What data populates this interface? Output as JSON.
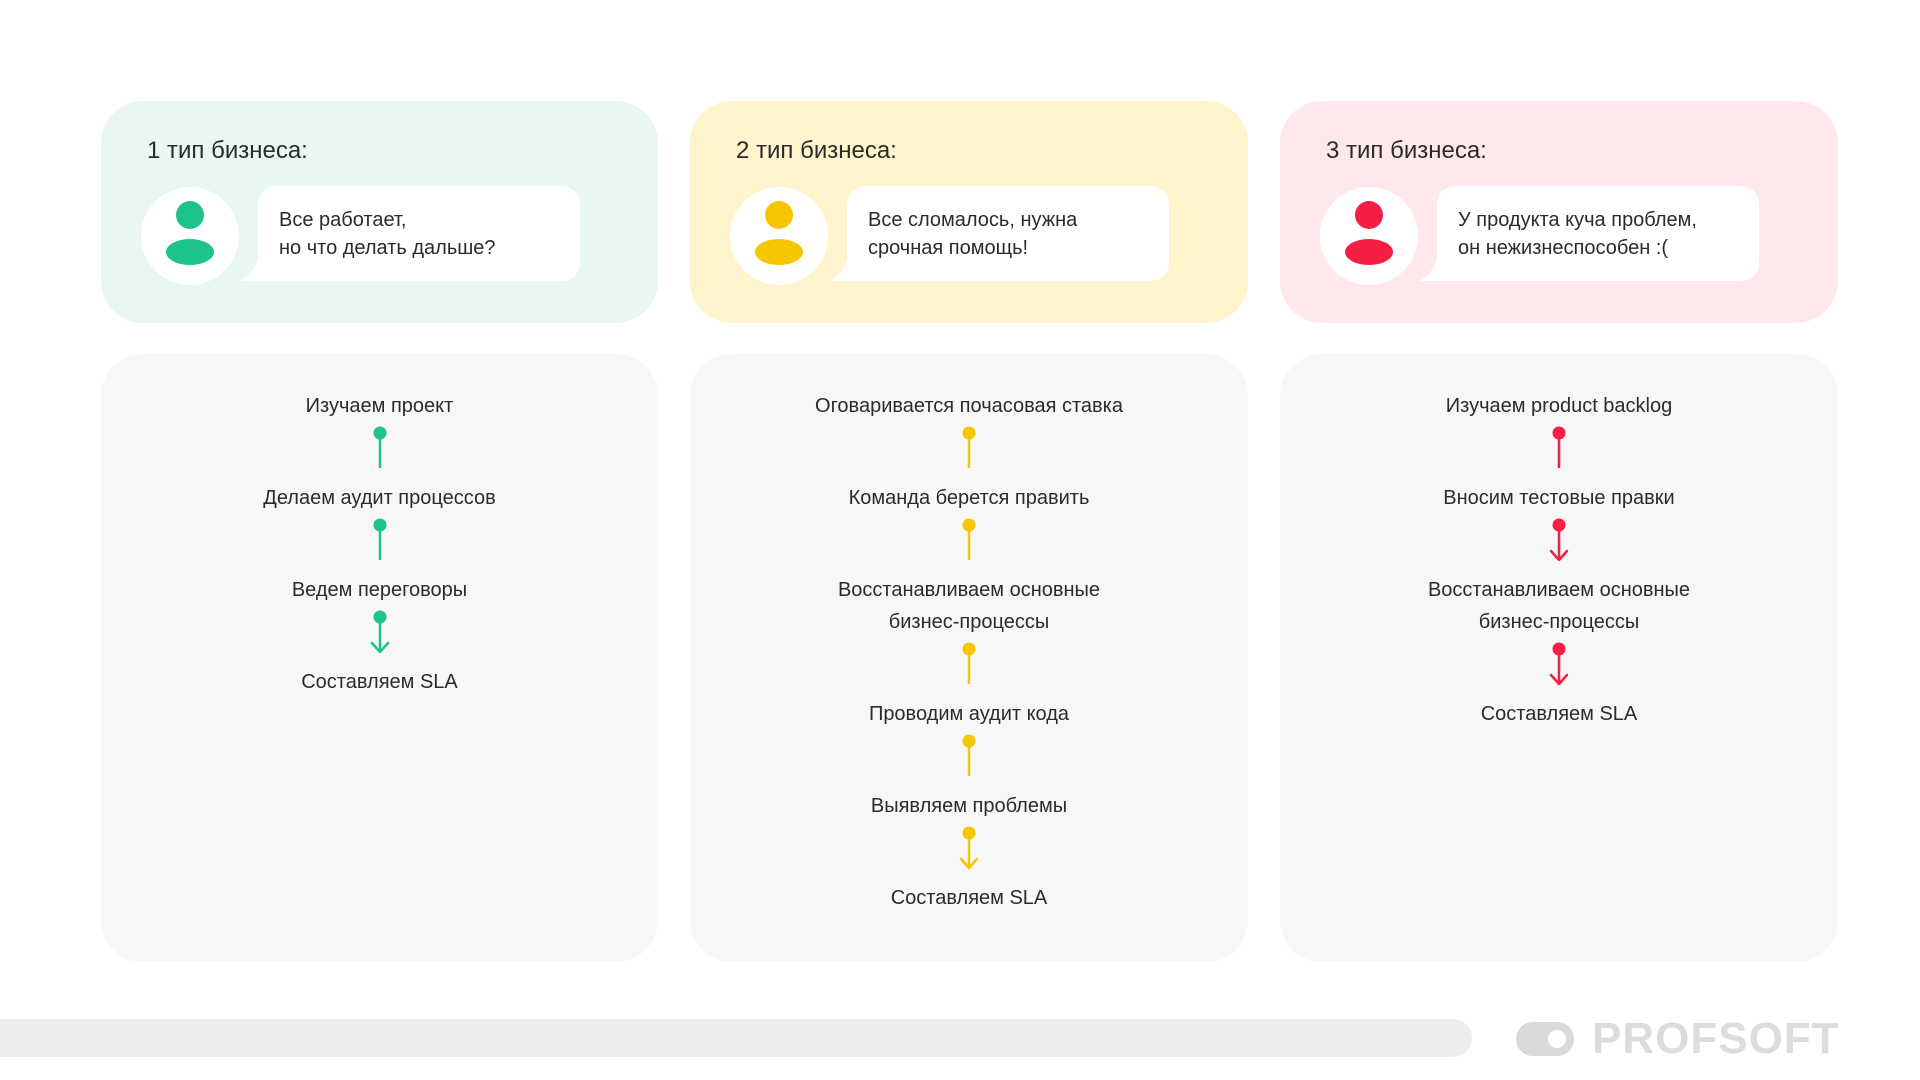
{
  "columns": [
    {
      "title": "1 тип бизнеса:",
      "bg": "#e8f7f1",
      "accent": "#1ec38a",
      "message": [
        "Все работает,",
        "но что делать дальше?"
      ],
      "steps": [
        [
          "Изучаем проект"
        ],
        [
          "Делаем аудит процессов"
        ],
        [
          "Ведем переговоры"
        ],
        [
          "Составляем SLA"
        ]
      ],
      "connectors": [
        "line",
        "line",
        "arrow"
      ]
    },
    {
      "title": "2 тип бизнеса:",
      "bg": "#fff4cc",
      "accent": "#f7c600",
      "message": [
        "Все сломалось, нужна",
        "срочная помощь!"
      ],
      "steps": [
        [
          "Оговаривается почасовая ставка"
        ],
        [
          "Команда берется править"
        ],
        [
          "Восстанавливаем основные",
          "бизнес-процессы"
        ],
        [
          "Проводим аудит кода"
        ],
        [
          "Выявляем проблемы"
        ],
        [
          "Составляем SLA"
        ]
      ],
      "connectors": [
        "line",
        "line",
        "line",
        "line",
        "arrow"
      ]
    },
    {
      "title": "3 тип бизнеса:",
      "bg": "#ffe8ec",
      "accent": "#f51f45",
      "message": [
        "У продукта куча проблем,",
        "он нежизнеспособен :("
      ],
      "steps": [
        [
          "Изучаем product backlog"
        ],
        [
          "Вносим тестовые правки"
        ],
        [
          "Восстанавливаем основные",
          "бизнес-процессы"
        ],
        [
          "Составляем SLA"
        ]
      ],
      "connectors": [
        "line",
        "arrow",
        "arrow"
      ]
    }
  ],
  "icons": {
    "avatar": "user-avatar-icon",
    "connector_line": "pin-line-icon",
    "connector_arrow": "pin-arrow-icon"
  },
  "footer": {
    "logo_text": "PROFSOFT",
    "logo_icon": "toggle-icon"
  }
}
